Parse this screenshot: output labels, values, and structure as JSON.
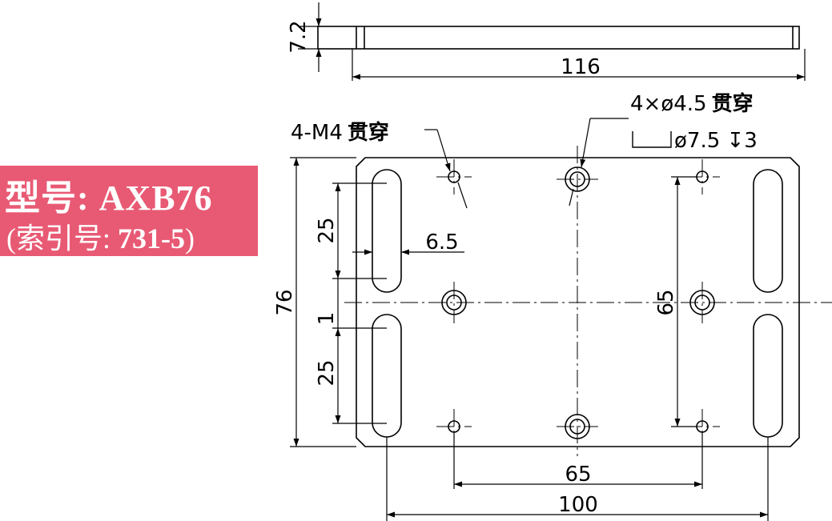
{
  "model": {
    "label": "型号: AXB76",
    "index_prefix": "(索引号: ",
    "index_number": "731-5",
    "index_suffix": ")"
  },
  "colors": {
    "badge_background": "#e85a74",
    "badge_text": "#ffffff",
    "line": "#000000"
  },
  "dimensions": {
    "thickness": "7.2",
    "total_length": "116",
    "height": "76",
    "slot_length_top": "25",
    "slot_gap": "1",
    "slot_length_bottom": "25",
    "slot_width": "6.5",
    "hole_spacing_vertical": "65",
    "hole_spacing_horizontal": "65",
    "slot_spacing": "100"
  },
  "notes": {
    "thread_holes": "4-M4",
    "thread_holes_suffix": "贯穿",
    "counterbore_holes": "4×ø4.5",
    "counterbore_holes_suffix": "贯穿",
    "counterbore_spec": "ø7.5 ↧3"
  }
}
